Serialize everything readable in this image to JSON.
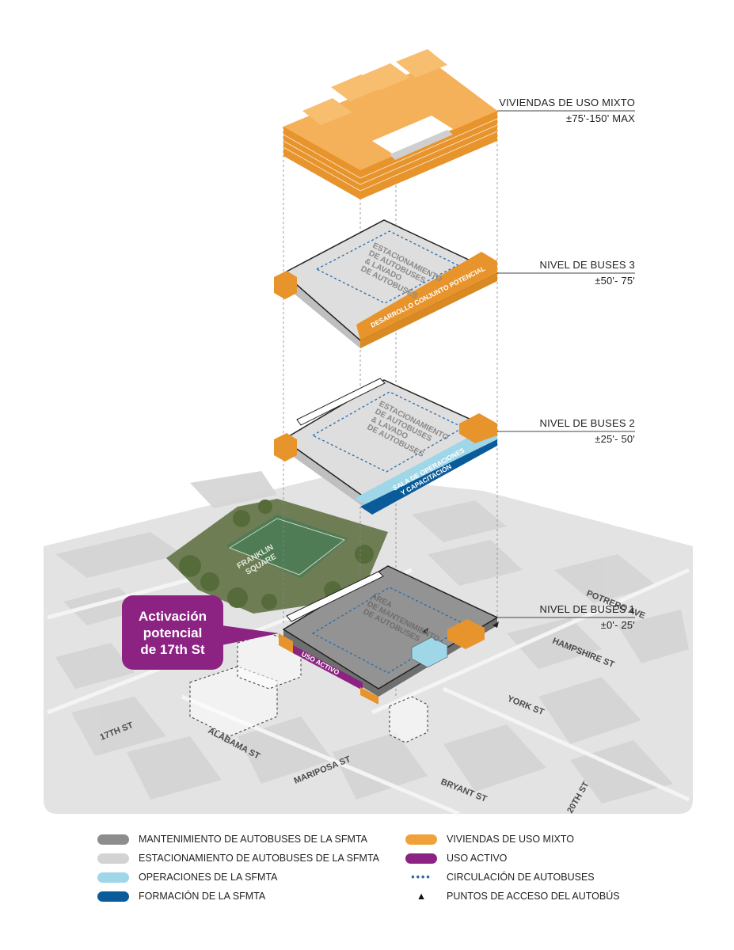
{
  "labels": {
    "mixed_use": {
      "title": "VIVIENDAS DE USO MIXTO",
      "height": "±75'-150' MAX"
    },
    "bus_level_3": {
      "title": "NIVEL DE BUSES 3",
      "height": "±50'- 75'"
    },
    "bus_level_2": {
      "title": "NIVEL DE BUSES 2",
      "height": "±25'- 50'"
    },
    "bus_level_1": {
      "title": "NIVEL DE BUSES 1",
      "height": "±0'- 25'"
    }
  },
  "plates": {
    "level3_text": [
      "ESTACIONAMIENTO",
      "DE AUTOBUSES",
      "& LAVADO",
      "DE AUTOBUSES"
    ],
    "level3_strip": "DESARROLLO CONJUNTO POTENCIAL",
    "level2_text": [
      "ESTACIONAMIENTO",
      "DE AUTOBUSES",
      "& LAVADO",
      "DE AUTOBUSES"
    ],
    "level2_strip": [
      "SALA DE OPERACIONES",
      "Y CAPACITACIÓN"
    ],
    "level1_text": [
      "ÁREA",
      "DE MANTENIMIENTO",
      "DE AUTOBUSES"
    ],
    "level1_strip": "USO ACTIVO"
  },
  "map": {
    "park": "FRANKLIN SQUARE",
    "streets": [
      "POTRERO AVE",
      "HAMPSHIRE ST",
      "YORK ST",
      "17TH ST",
      "ALABAMA ST",
      "MARIPOSA ST",
      "BRYANT ST",
      "20TH ST"
    ]
  },
  "callout": {
    "lines": [
      "Activación",
      "potencial",
      "de 17th St"
    ]
  },
  "legend": {
    "left": [
      {
        "label": "MANTENIMIENTO DE AUTOBUSES DE LA SFMTA",
        "color": "#8d8d8d"
      },
      {
        "label": "ESTACIONAMIENTO DE AUTOBUSES DE LA SFMTA",
        "color": "#d3d3d3"
      },
      {
        "label": "OPERACIONES DE LA SFMTA",
        "color": "#9fd6e8"
      },
      {
        "label": "FORMACIÓN DE LA SFMTA",
        "color": "#0a5b9a"
      }
    ],
    "right": [
      {
        "label": "VIVIENDAS DE USO MIXTO",
        "color": "#f0a23a"
      },
      {
        "label": "USO ACTIVO",
        "color": "#8c2282"
      },
      {
        "label": "CIRCULACIÓN DE AUTOBUSES",
        "symbol": "••••"
      },
      {
        "label": "PUNTOS DE ACCESO DEL AUTOBÚS",
        "symbol": "▲"
      }
    ]
  },
  "colors": {
    "orange": "#f0a23a",
    "orange_dark": "#d98a22",
    "gray_plate": "#dedede",
    "gray_maint": "#8d8d8d",
    "blue_light": "#9fd6e8",
    "blue_dark": "#0a5b9a",
    "purple": "#8c2282",
    "circulation": "#2a6aa8"
  }
}
